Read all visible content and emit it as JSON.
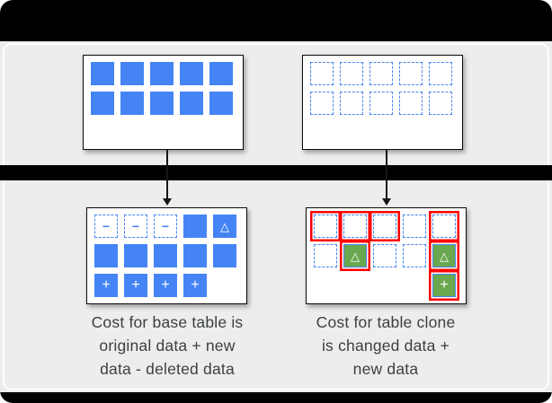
{
  "colors": {
    "blue": "#4584f4",
    "green": "#6aa84f",
    "red": "#ff0000",
    "panel_bg": "#ededed",
    "bar": "#000000",
    "text": "#3c4043"
  },
  "symbols": {
    "minus": "−",
    "plus": "+",
    "delta": "△"
  },
  "cell_types": {
    "B": {
      "style": "solid"
    },
    "D": {
      "style": "dashed"
    },
    "Dm": {
      "style": "dashed",
      "symbol": "minus"
    },
    "Bt": {
      "style": "solid",
      "symbol": "delta"
    },
    "Bp": {
      "style": "solid",
      "symbol": "plus"
    },
    "DR": {
      "style": "dashed",
      "red": true
    },
    "Gt": {
      "style": "green",
      "symbol": "delta",
      "red": true
    },
    "Gp": {
      "style": "green",
      "symbol": "plus",
      "red": true
    },
    "x": {
      "style": "empty"
    }
  },
  "boxes": {
    "base_table_original": {
      "grid": [
        [
          "B",
          "B",
          "B",
          "B",
          "B"
        ],
        [
          "B",
          "B",
          "B",
          "B",
          "B"
        ]
      ]
    },
    "table_clone_original": {
      "grid": [
        [
          "D",
          "D",
          "D",
          "D",
          "D"
        ],
        [
          "D",
          "D",
          "D",
          "D",
          "D"
        ]
      ]
    },
    "base_table_after": {
      "grid": [
        [
          "Dm",
          "Dm",
          "Dm",
          "B",
          "Bt"
        ],
        [
          "B",
          "B",
          "B",
          "B",
          "B"
        ],
        [
          "Bp",
          "Bp",
          "Bp",
          "Bp",
          "x"
        ]
      ]
    },
    "table_clone_after": {
      "grid": [
        [
          "DR",
          "DR",
          "DR",
          "D",
          "DR"
        ],
        [
          "D",
          "Gt",
          "D",
          "D",
          "Gt"
        ],
        [
          "x",
          "x",
          "x",
          "x",
          "Gp"
        ]
      ]
    }
  },
  "captions": {
    "left": "Cost for base table is\noriginal data + new\ndata - deleted data",
    "right": "Cost for table clone\nis changed data +\nnew data"
  }
}
